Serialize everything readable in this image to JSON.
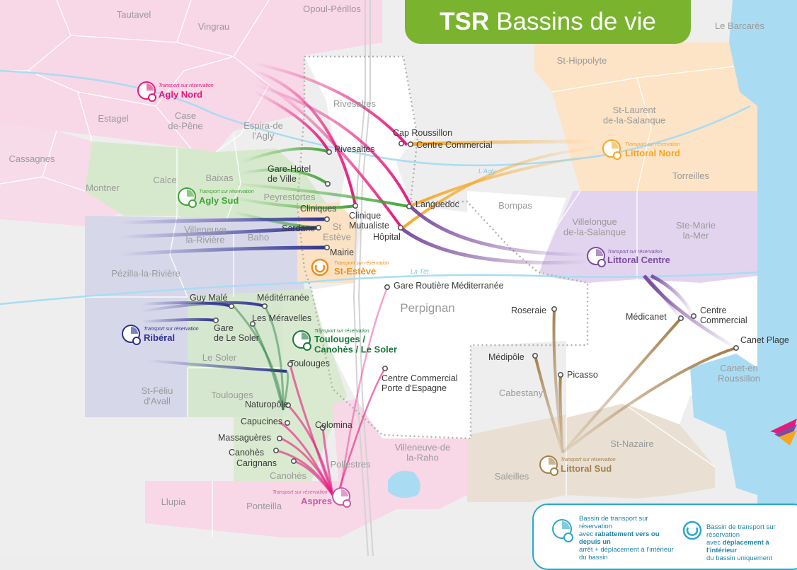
{
  "title": {
    "bold": "TSR",
    "rest": "Bassins de vie"
  },
  "rsv_label": "Transport sur réservation",
  "zones": {
    "agly_nord": "Agly Nord",
    "agly_sud": "Agly Sud",
    "st_esteve": "St-Estève",
    "riberal": "Ribéral",
    "toulouges": "Toulouges /\nCanohès / Le Soler",
    "aspres": "Aspres",
    "littoral_nord": "Littoral Nord",
    "littoral_centre": "Littoral Centre",
    "littoral_sud": "Littoral Sud"
  },
  "places": [
    "Tautavel",
    "Vingrau",
    "Opoul-Périllos",
    "Le Barcarès",
    "St-Hippolyte",
    "Estagel",
    "Case\nde-Pêne",
    "Espira-de\nl'Agly",
    "Rivesaltes",
    "Cassagnes",
    "St-Laurent\nde-la-Salanque",
    "Calce",
    "Baixas",
    "Montner",
    "Torreilles",
    "Peyrestortes",
    "Bompas",
    "Villeneuve\nla-Rivière",
    "Baho",
    "St\nEstève",
    "Villelongue\nde-la-Salanque",
    "Ste-Marie\nla-Mer",
    "Pézilla-la-Rivière",
    "Perpignan",
    "Le Soler",
    "St-Féliu\nd'Avall",
    "Toulouges",
    "Cabestany",
    "Canet-en\nRoussillon",
    "Villeneuve-de\nla-Raho",
    "St-Nazaire",
    "Pollestres",
    "Canohès",
    "Saleilles",
    "Llupia",
    "Ponteilla"
  ],
  "rivers": [
    "L'Agly",
    "La Têt"
  ],
  "stops": [
    "Cap Roussillon",
    "Centre Commercial",
    "Rivesaltes",
    "Gare-Hotel\nde Ville",
    "Languedoc",
    "Cliniques",
    "Clinique\nMutualiste",
    "Hôpital",
    "Sardane",
    "Mairie",
    "Gare Routière Méditerranée",
    "Guy Malé",
    "Méditérranée",
    "Les Méravelles",
    "Gare\nde Le Soler",
    "Toulouges",
    "Roseraie",
    "Médicanet",
    "Centre\nCommercial",
    "Canet Plage",
    "Médipôle",
    "Picasso",
    "Centre Commercial\nPorte d'Espagne",
    "Naturopôle",
    "Capucines",
    "Colomina",
    "Massaguères",
    "Canohès",
    "Carignans"
  ],
  "legend": {
    "item1": {
      "l1": "Bassin de transport sur réservation",
      "l2a": "avec ",
      "l2b": "rabattement vers ou depuis un",
      "l3": "arrêt + déplacement à l'intérieur",
      "l4": "du bassin"
    },
    "item2": {
      "l1": "Bassin de transport sur réservation",
      "l2a": "avec ",
      "l2b": "déplacement à l'intérieur",
      "l3": "du bassin uniquement"
    }
  },
  "colors": {
    "agly_nord": "#e5197e",
    "agly_sud": "#3fa535",
    "st_esteve": "#ef8c1a",
    "riberal": "#2e3191",
    "toulouges": "#1a7a3a",
    "aspres": "#c85ca8",
    "littoral_nord": "#f6a623",
    "littoral_centre": "#7b4da0",
    "littoral_sud": "#a47e4a",
    "title_bg": "#7ab32e",
    "sea": "#a9dcf3",
    "legend_border": "#29a8c9"
  }
}
